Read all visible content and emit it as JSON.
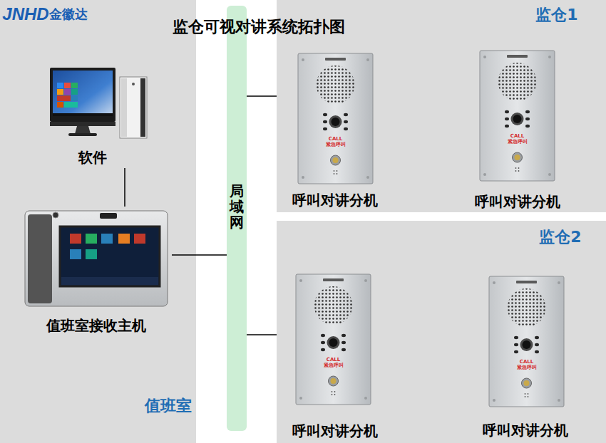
{
  "diagram": {
    "title": "监仓可视对讲系统拓扑图",
    "nodes": [
      {
        "text": [
          "值班室"
        ]
      },
      {
        "text": [
          "软件"
        ],
        "in": 0
      },
      {
        "text": [
          "值班室接收主机"
        ],
        "in": 0
      },
      {
        "text": [
          "局域网"
        ]
      },
      {
        "text": [
          "监仓1"
        ]
      },
      {
        "text": [
          "呼叫对讲分机"
        ],
        "in": 4
      },
      {
        "text": [
          "呼叫对讲分机"
        ],
        "in": 4
      },
      {
        "text": [
          "监仓2"
        ]
      },
      {
        "text": [
          "呼叫对讲分机"
        ],
        "in": 7
      },
      {
        "text": [
          "呼叫对讲分机"
        ],
        "in": 7
      }
    ],
    "edges": [
      {
        "from": 1,
        "to": 2,
        "arrow": "none"
      },
      {
        "from": 2,
        "to": 3,
        "arrow": "none"
      },
      {
        "from": 3,
        "to": 4,
        "arrow": "none"
      },
      {
        "from": 3,
        "to": 7,
        "arrow": "none"
      }
    ],
    "labels": [
      "JNHD",
      "金徽达",
      "CALL",
      "紧急呼叫",
      "CALL",
      "紧急呼叫",
      "CALL",
      "紧急呼叫",
      "CALL",
      "紧急呼叫"
    ]
  }
}
